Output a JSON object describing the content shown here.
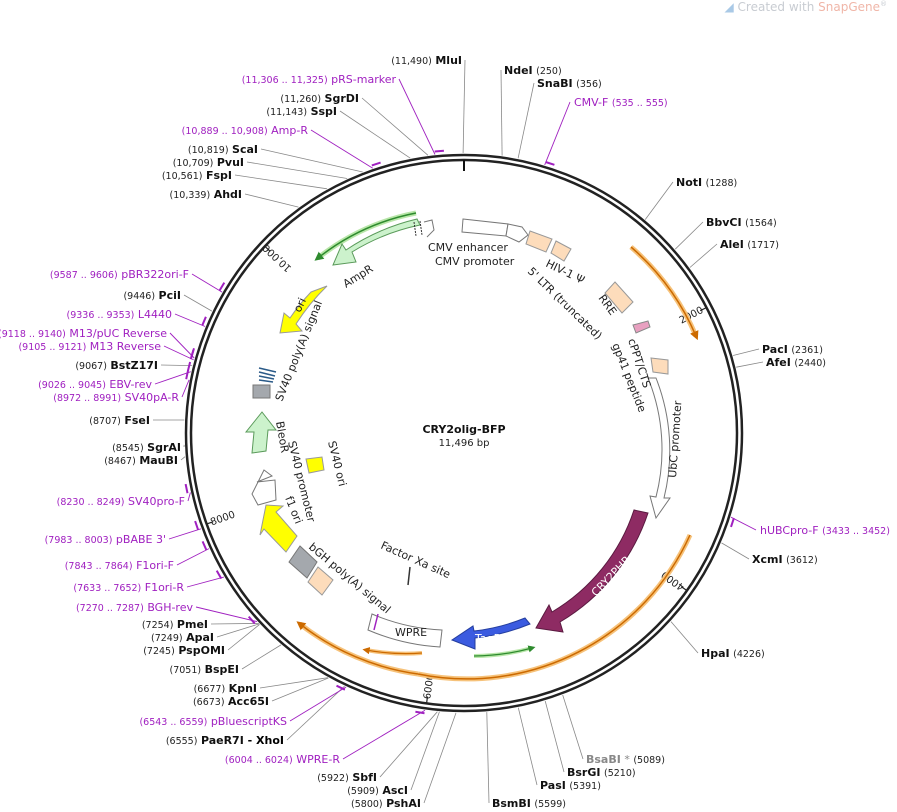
{
  "watermark": {
    "prefix": "Created with ",
    "brand": "SnapGene",
    "reg": "®"
  },
  "plasmid": {
    "name": "CRY2olig-BFP",
    "size": "11,496 bp",
    "length": 11496
  },
  "colors": {
    "enzyme": "#111111",
    "primer": "#a020c0",
    "leader": "#888888",
    "backbone": "#222222"
  },
  "enzymes": [
    {
      "name": "MluI",
      "pos": "(11,490)"
    },
    {
      "name": "NdeI",
      "pos": "(250)"
    },
    {
      "name": "SnaBI",
      "pos": "(356)"
    },
    {
      "name": "NotI",
      "pos": "(1288)"
    },
    {
      "name": "BbvCI",
      "pos": "(1564)"
    },
    {
      "name": "AleI",
      "pos": "(1717)"
    },
    {
      "name": "PacI",
      "pos": "(2361)"
    },
    {
      "name": "AfeI",
      "pos": "(2440)"
    },
    {
      "name": "XcmI",
      "pos": "(3612)"
    },
    {
      "name": "HpaI",
      "pos": "(4226)"
    },
    {
      "name": "BsaBI",
      "pos": "(5089)",
      "note": "*",
      "muted": true
    },
    {
      "name": "BsrGI",
      "pos": "(5210)"
    },
    {
      "name": "PasI",
      "pos": "(5391)"
    },
    {
      "name": "BsmBI",
      "pos": "(5599)"
    },
    {
      "name": "PshAI",
      "pos": "(5800)"
    },
    {
      "name": "AscI",
      "pos": "(5909)"
    },
    {
      "name": "SbfI",
      "pos": "(5922)"
    },
    {
      "name": "PaeR7I",
      "pos": "(6555)",
      "extra": " - XhoI"
    },
    {
      "name": "Acc65I",
      "pos": "(6673)"
    },
    {
      "name": "KpnI",
      "pos": "(6677)"
    },
    {
      "name": "BspEI",
      "pos": "(7051)"
    },
    {
      "name": "PspOMI",
      "pos": "(7245)"
    },
    {
      "name": "ApaI",
      "pos": "(7249)"
    },
    {
      "name": "PmeI",
      "pos": "(7254)"
    },
    {
      "name": "MauBI",
      "pos": "(8467)"
    },
    {
      "name": "SgrAI",
      "pos": "(8545)"
    },
    {
      "name": "FseI",
      "pos": "(8707)"
    },
    {
      "name": "BstZ17I",
      "pos": "(9067)"
    },
    {
      "name": "PciI",
      "pos": "(9446)"
    },
    {
      "name": "AhdI",
      "pos": "(10,339)"
    },
    {
      "name": "FspI",
      "pos": "(10,561)"
    },
    {
      "name": "PvuI",
      "pos": "(10,709)"
    },
    {
      "name": "ScaI",
      "pos": "(10,819)"
    },
    {
      "name": "SspI",
      "pos": "(11,143)"
    },
    {
      "name": "SgrDI",
      "pos": "(11,260)"
    }
  ],
  "primers": [
    {
      "name": "pRS-marker",
      "range": "(11,306 .. 11,325)"
    },
    {
      "name": "Amp-R",
      "range": "(10,889 .. 10,908)"
    },
    {
      "name": "CMV-F",
      "range": "(535 .. 555)"
    },
    {
      "name": "pBR322ori-F",
      "range": "(9587 .. 9606)"
    },
    {
      "name": "L4440",
      "range": "(9336 .. 9353)"
    },
    {
      "name": "M13/pUC Reverse",
      "range": "(9118 .. 9140)"
    },
    {
      "name": "M13 Reverse",
      "range": "(9105 .. 9121)"
    },
    {
      "name": "EBV-rev",
      "range": "(9026 .. 9045)"
    },
    {
      "name": "SV40pA-R",
      "range": "(8972 .. 8991)"
    },
    {
      "name": "SV40pro-F",
      "range": "(8230 .. 8249)"
    },
    {
      "name": "pBABE 3'",
      "range": "(7983 .. 8003)"
    },
    {
      "name": "F1ori-F",
      "range": "(7843 .. 7864)"
    },
    {
      "name": "F1ori-R",
      "range": "(7633 .. 7652)"
    },
    {
      "name": "BGH-rev",
      "range": "(7270 .. 7287)"
    },
    {
      "name": "pBluescriptKS",
      "range": "(6543 .. 6559)"
    },
    {
      "name": "WPRE-R",
      "range": "(6004 .. 6024)"
    },
    {
      "name": "hUBCpro-F",
      "range": "(3433 .. 3452)"
    }
  ],
  "ticks": [
    "2000",
    "4000",
    "6000",
    "8000",
    "10,000"
  ],
  "features": [
    {
      "name": "CMV enhancer"
    },
    {
      "name": "CMV promoter"
    },
    {
      "name": "HIV-1 Ψ"
    },
    {
      "name": "5' LTR (truncated)"
    },
    {
      "name": "RRE"
    },
    {
      "name": "gp41 peptide"
    },
    {
      "name": "cPPT/CTS"
    },
    {
      "name": "UbC promoter"
    },
    {
      "name": "CRY2PHR"
    },
    {
      "name": "TagBFP"
    },
    {
      "name": "Factor Xa site"
    },
    {
      "name": "WPRE"
    },
    {
      "name": "bGH poly(A) signal"
    },
    {
      "name": "f1 ori"
    },
    {
      "name": "SV40 promoter"
    },
    {
      "name": "SV40 ori"
    },
    {
      "name": "BleoR"
    },
    {
      "name": "SV40 poly(A) signal"
    },
    {
      "name": "ori"
    },
    {
      "name": "AmpR"
    }
  ]
}
